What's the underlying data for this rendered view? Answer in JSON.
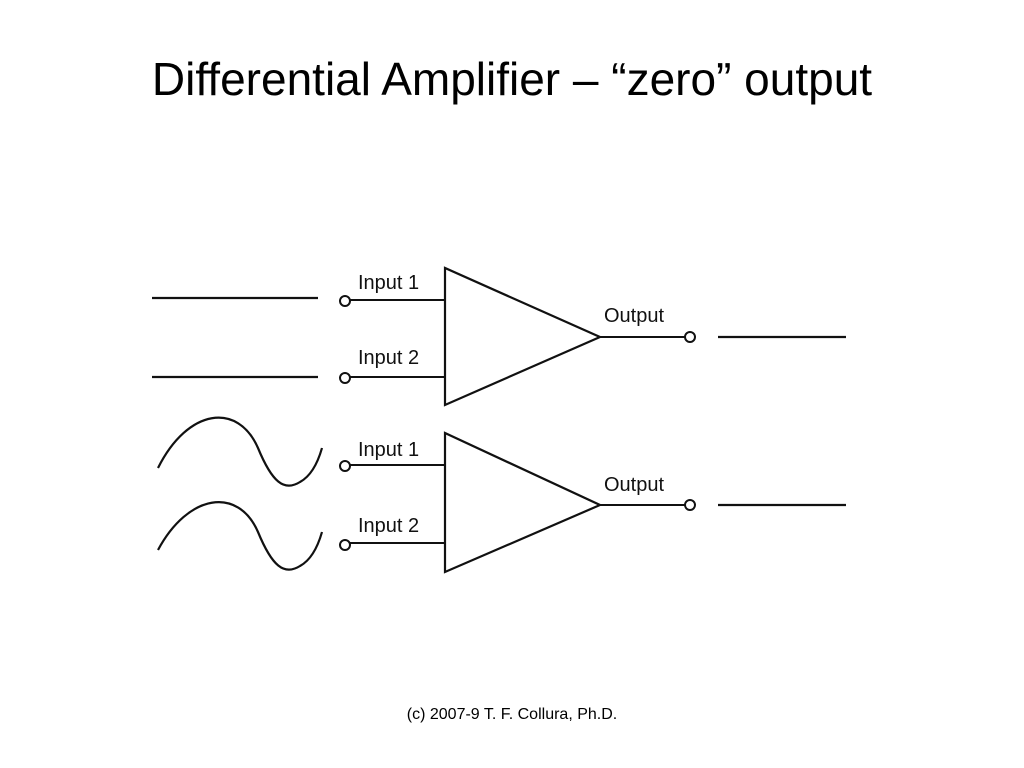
{
  "slide": {
    "title": "Differential Amplifier – “zero” output",
    "footer": "(c) 2007-9 T. F. Collura, Ph.D."
  },
  "diagram": {
    "amplifiers": [
      {
        "input1_label": "Input 1",
        "input2_label": "Input 2",
        "output_label": "Output",
        "input_signal": "flat-line",
        "output_signal": "flat-line"
      },
      {
        "input1_label": "Input 1",
        "input2_label": "Input 2",
        "output_label": "Output",
        "input_signal": "sine-wave",
        "output_signal": "flat-line"
      }
    ]
  }
}
